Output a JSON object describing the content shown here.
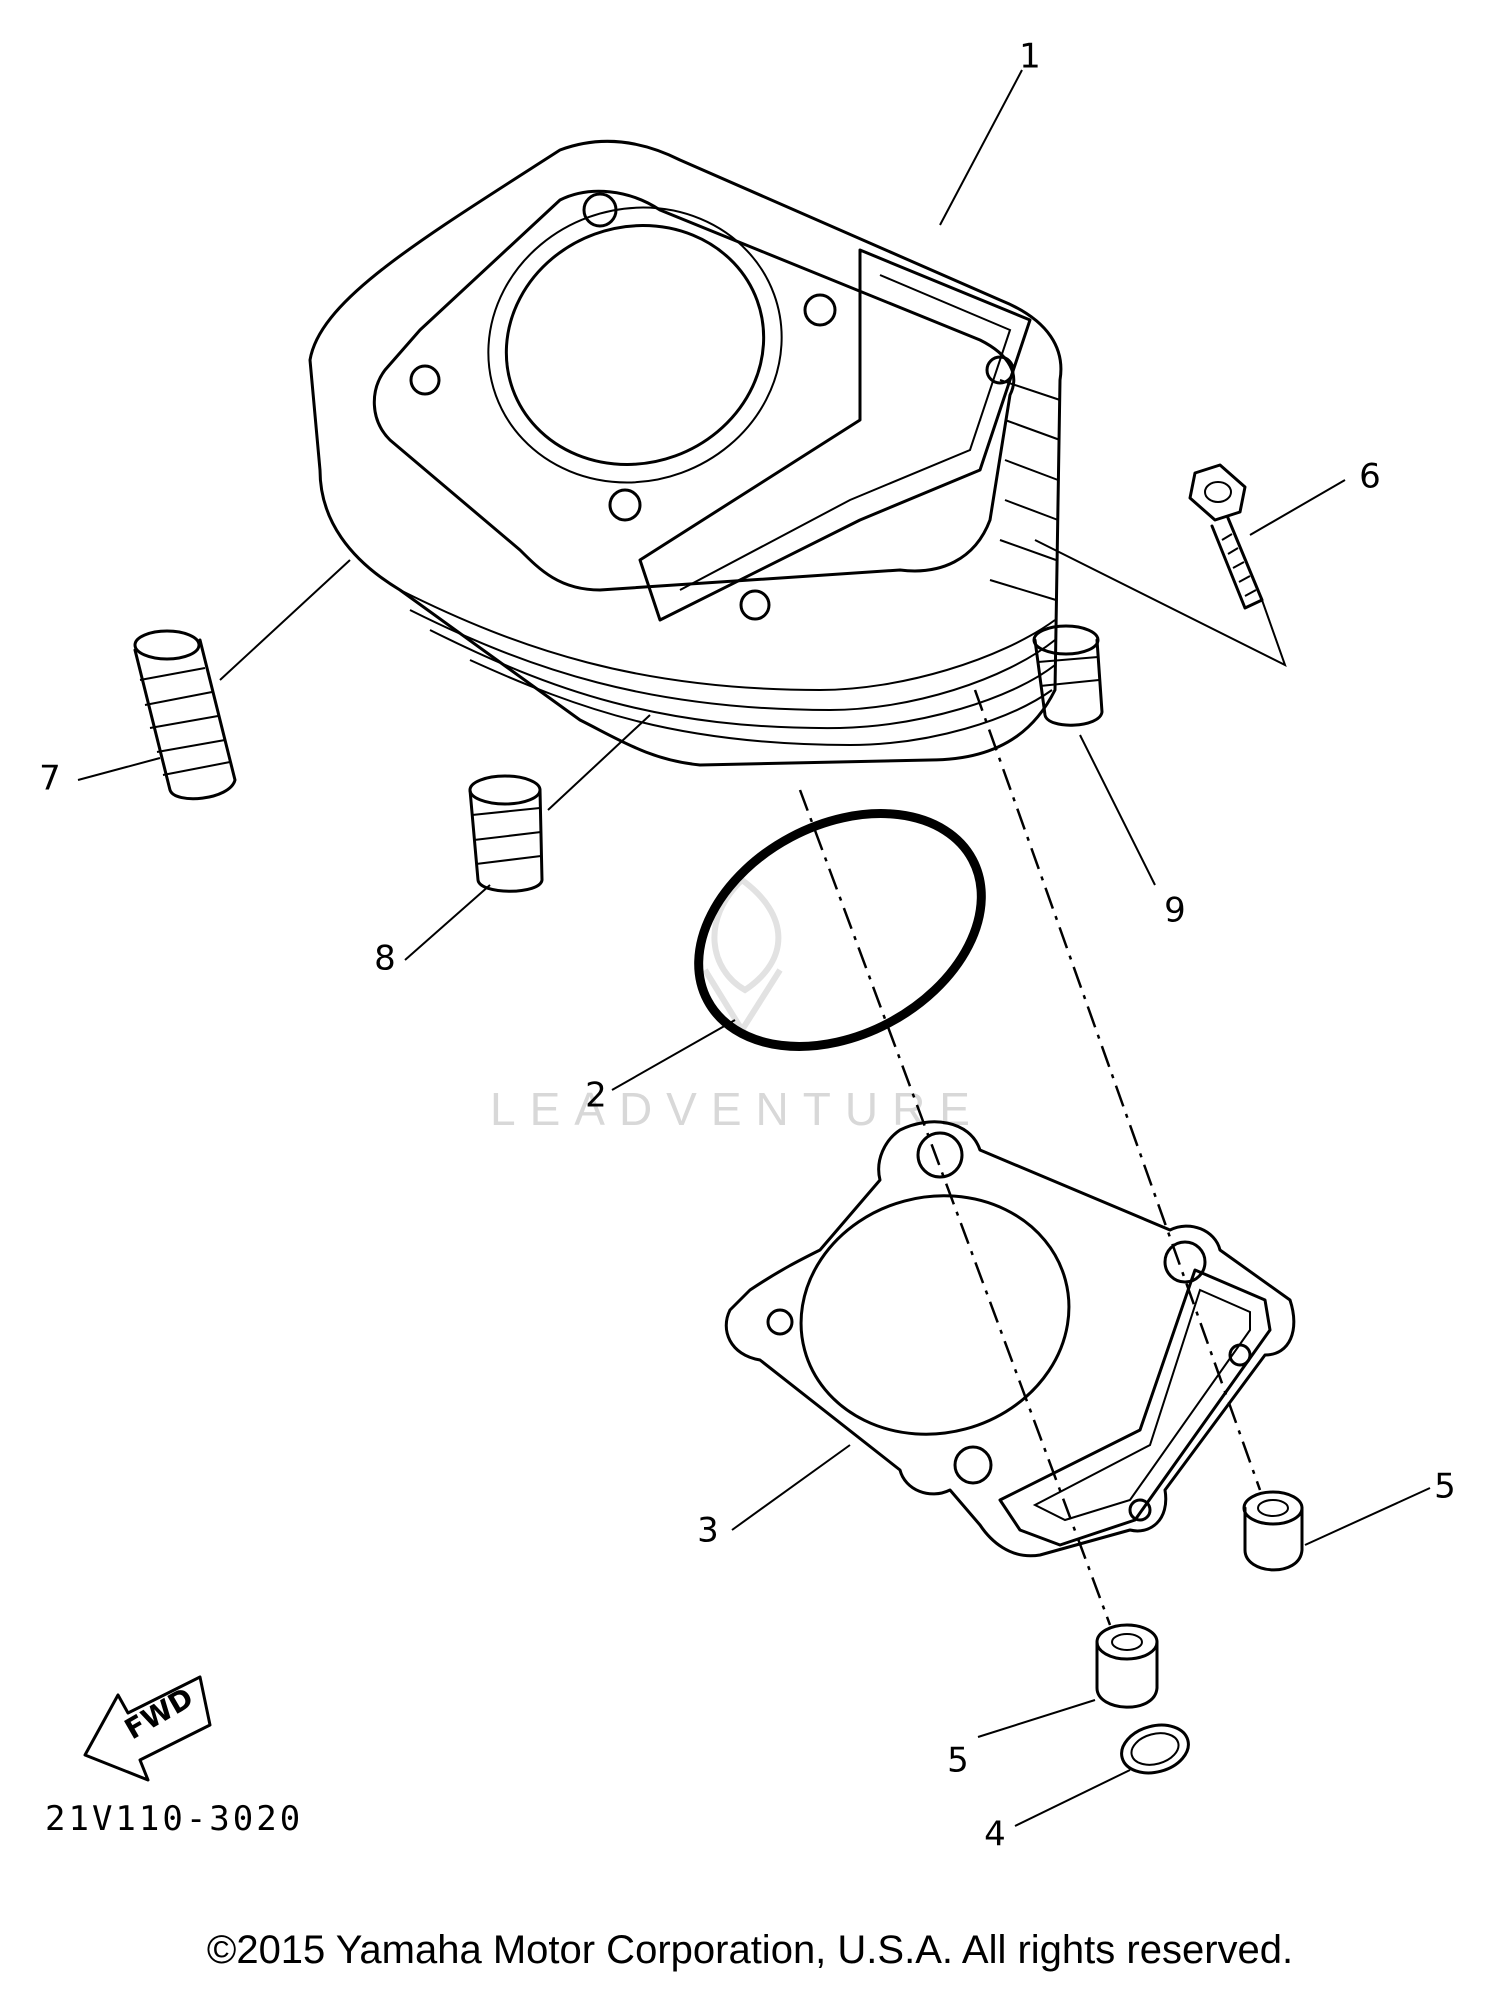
{
  "callouts": {
    "c1": "1",
    "c2": "2",
    "c3": "3",
    "c4": "4",
    "c5a": "5",
    "c5b": "5",
    "c6": "6",
    "c7": "7",
    "c8": "8",
    "c9": "9"
  },
  "fwd_label": "FWD",
  "part_code": "21V110-3020",
  "watermark": "LEADVENTURE",
  "copyright": "©2015 Yamaha Motor Corporation, U.S.A. All rights reserved."
}
